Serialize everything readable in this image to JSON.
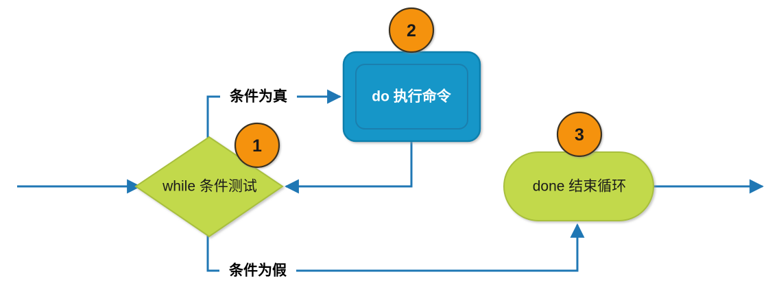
{
  "diagram": {
    "type": "flowchart",
    "title": "while loop flowchart",
    "colors": {
      "green_fill": "#c2d94b",
      "green_stroke": "#a8bf3c",
      "blue_fill": "#1496c8",
      "blue_stroke": "#1180ad",
      "blue_inner_stroke": "#1b7fae",
      "connector": "#1f77b4",
      "badge_fill": "#f5920b",
      "badge_stroke": "#3a3020",
      "badge_text": "#1a1a1a",
      "label_text": "#000000",
      "node_text_dark": "#1a1a1a",
      "node_text_light": "#ffffff",
      "background": "#ffffff"
    },
    "nodes": [
      {
        "id": "while-condition",
        "shape": "diamond",
        "label": "while 条件测试",
        "badge": "1"
      },
      {
        "id": "do-command",
        "shape": "rounded-rect-double",
        "label": "do 执行命令",
        "badge": "2"
      },
      {
        "id": "done-end-loop",
        "shape": "stadium",
        "label": "done 结束循环",
        "badge": "3"
      }
    ],
    "edges": [
      {
        "id": "edge-entry",
        "label": "",
        "from": "start",
        "to": "while-condition"
      },
      {
        "id": "edge-true",
        "label": "条件为真",
        "from": "while-condition",
        "to": "do-command"
      },
      {
        "id": "edge-loopback",
        "label": "",
        "from": "do-command",
        "to": "while-condition"
      },
      {
        "id": "edge-false",
        "label": "条件为假",
        "from": "while-condition",
        "to": "done-end-loop"
      },
      {
        "id": "edge-exit",
        "label": "",
        "from": "done-end-loop",
        "to": "end"
      }
    ]
  }
}
